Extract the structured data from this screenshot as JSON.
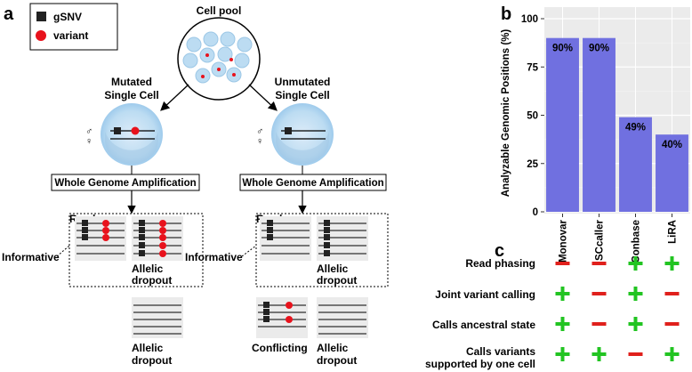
{
  "panels": {
    "a": "a",
    "b": "b",
    "c": "c"
  },
  "legend": {
    "gsnv": "gSNV",
    "variant": "variant"
  },
  "cell_pool": "Cell pool",
  "mutated": {
    "line1": "Mutated",
    "line2": "Single Cell"
  },
  "unmutated": {
    "line1": "Unmutated",
    "line2": "Single Cell"
  },
  "sex_symbols": {
    "male": "♂",
    "female": "♀"
  },
  "wga": "Whole Genome Amplification",
  "reads": "Reads",
  "informative": "Informative",
  "allelic_dropout": {
    "line1": "Allelic",
    "line2": "dropout"
  },
  "conflicting": "Conflicting",
  "colors": {
    "bar": "#7070e0",
    "panel_bg": "#ebebeb",
    "variant": "#e8121c",
    "cell_fill": "#bcdcf2",
    "plus": "#22c422",
    "minus": "#e0201c"
  },
  "chart_data": {
    "type": "bar",
    "categories": [
      "Monovar",
      "SCcaller",
      "Conbase",
      "LiRA"
    ],
    "values": [
      90,
      90,
      49,
      40
    ],
    "data_labels": [
      "90%",
      "90%",
      "49%",
      "40%"
    ],
    "ylabel": "Analyzable Genomic Positions (%)",
    "ylim": [
      0,
      100
    ],
    "yticks": [
      "0",
      "25",
      "50",
      "75",
      "100"
    ],
    "grid": true
  },
  "table_c": {
    "rows": [
      {
        "label": "Read phasing",
        "marks": [
          "-",
          "-",
          "+",
          "+"
        ]
      },
      {
        "label": "Joint variant calling",
        "marks": [
          "+",
          "-",
          "+",
          "-"
        ]
      },
      {
        "label": "Calls ancestral state",
        "marks": [
          "+",
          "-",
          "+",
          "-"
        ]
      },
      {
        "label_line1": "Calls variants",
        "label_line2": "supported by one cell",
        "marks": [
          "+",
          "+",
          "-",
          "+"
        ]
      }
    ]
  }
}
